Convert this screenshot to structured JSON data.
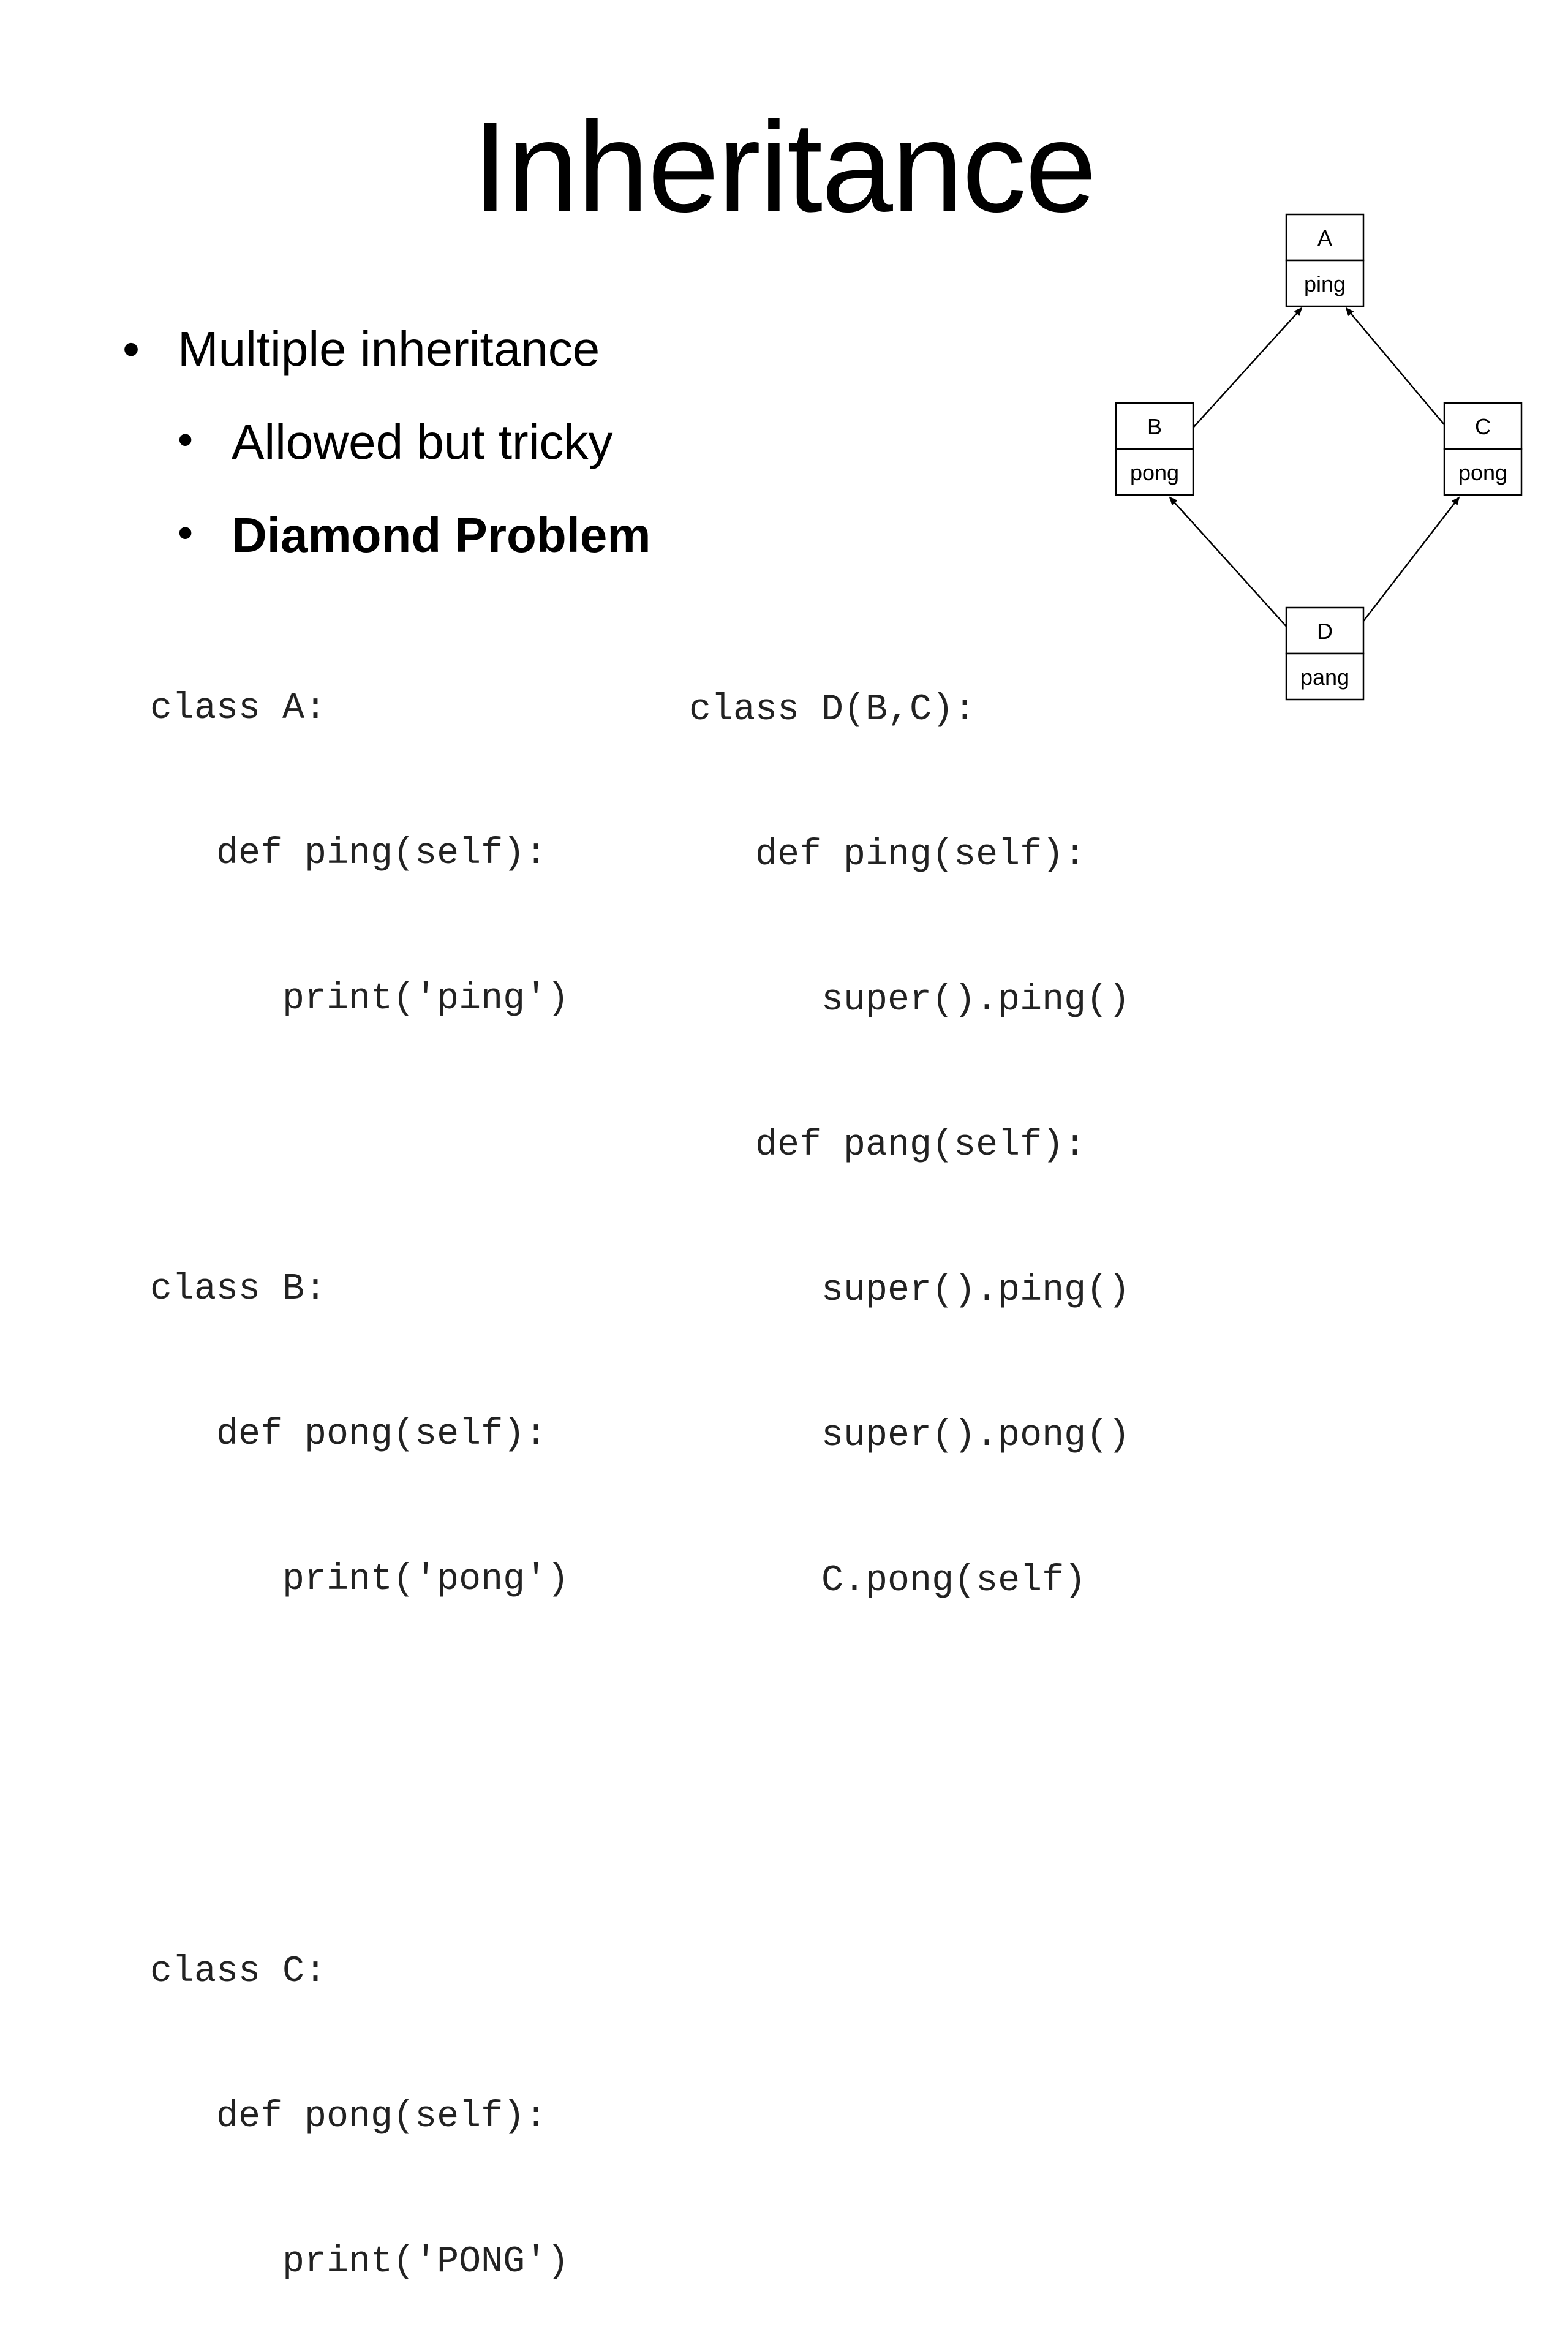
{
  "slide": {
    "title": "Inheritance",
    "bullets": [
      {
        "text": "Multiple inheritance",
        "bold": false
      },
      {
        "text": "Allowed but tricky",
        "bold": false
      },
      {
        "text": "Diamond Problem",
        "bold": true
      }
    ],
    "code_left": [
      "class A:",
      "   def ping(self):",
      "      print('ping')",
      "",
      "class B:",
      "   def pong(self):",
      "      print('pong')",
      "",
      "",
      "class C:",
      "   def pong(self):",
      "      print('PONG')"
    ],
    "code_right": [
      "class D(B,C):",
      "   def ping(self):",
      "      super().ping()",
      "   def pang(self):",
      "      super().ping()",
      "      super().pong()",
      "      C.pong(self)"
    ]
  },
  "diagram": {
    "nodes": [
      {
        "id": "A",
        "name": "A",
        "method": "ping"
      },
      {
        "id": "B",
        "name": "B",
        "method": "pong"
      },
      {
        "id": "C",
        "name": "C",
        "method": "pong"
      },
      {
        "id": "D",
        "name": "D",
        "method": "pang"
      }
    ],
    "edges": [
      {
        "from": "B",
        "to": "A"
      },
      {
        "from": "C",
        "to": "A"
      },
      {
        "from": "D",
        "to": "B"
      },
      {
        "from": "D",
        "to": "C"
      }
    ],
    "colors": {
      "stroke": "#000000",
      "text": "#222222"
    }
  }
}
